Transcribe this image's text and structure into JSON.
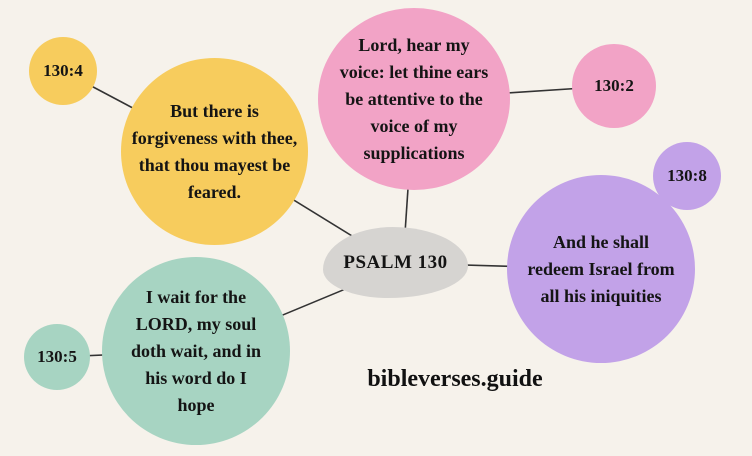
{
  "background": "#f6f2eb",
  "line_color": "#333333",
  "center": {
    "label": "PSALM 130",
    "color": "#d6d4d1"
  },
  "watermark": "bibleverses.guide",
  "nodes": [
    {
      "ref": "130:4",
      "text": "But there is\nforgiveness with thee,\nthat thou mayest be\nfeared.",
      "color": "#f7cc5d"
    },
    {
      "ref": "130:2",
      "text": "Lord, hear my\nvoice: let thine ears\nbe attentive to the\nvoice of my\nsupplications",
      "color": "#f2a3c6"
    },
    {
      "ref": "130:8",
      "text": "And he shall\nredeem Israel from\nall his iniquities",
      "color": "#c2a2e8"
    },
    {
      "ref": "130:5",
      "text": "I wait for the\nLORD, my soul\ndoth wait, and in\nhis word do I\nhope",
      "color": "#a7d4c2"
    }
  ]
}
